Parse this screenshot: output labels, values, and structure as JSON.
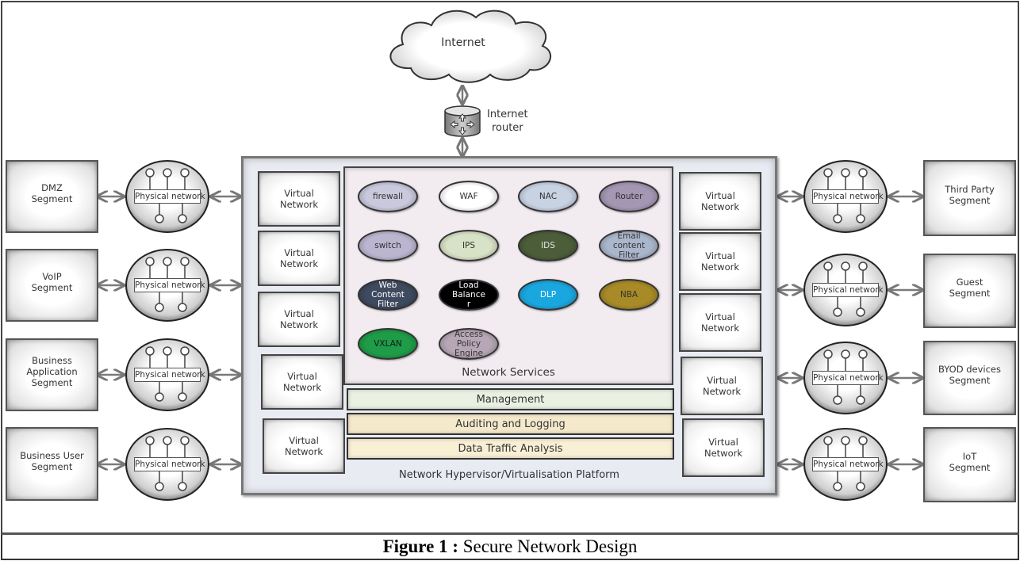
{
  "internet": {
    "label": "Internet",
    "icon": "cloud-icon"
  },
  "router": {
    "label_line1": "Internet",
    "label_line2": "router",
    "icon": "router-icon"
  },
  "left_segments": [
    {
      "line1": "DMZ",
      "line2": "Segment",
      "line3": ""
    },
    {
      "line1": "VoIP",
      "line2": "Segment",
      "line3": ""
    },
    {
      "line1": "Business",
      "line2": "Application",
      "line3": "Segment"
    },
    {
      "line1": "Business User",
      "line2": "Segment",
      "line3": ""
    }
  ],
  "right_segments": [
    {
      "line1": "Third Party",
      "line2": "Segment",
      "line3": ""
    },
    {
      "line1": "Guest",
      "line2": "Segment",
      "line3": ""
    },
    {
      "line1": "BYOD devices",
      "line2": "Segment",
      "line3": ""
    },
    {
      "line1": "IoT",
      "line2": "Segment",
      "line3": ""
    }
  ],
  "physical_network_label": "Physical network",
  "virtual_network": {
    "line1": "Virtual",
    "line2": "Network"
  },
  "network_services": {
    "title": "Network Services",
    "items": [
      {
        "lines": [
          "firewall"
        ],
        "color": "#c9c8dc",
        "text_color": "#333333"
      },
      {
        "lines": [
          "WAF"
        ],
        "color": "#ffffff",
        "text_color": "#333333"
      },
      {
        "lines": [
          "NAC"
        ],
        "color": "#c7d2e3",
        "text_color": "#333333"
      },
      {
        "lines": [
          "Router"
        ],
        "color": "#a497b3",
        "text_color": "#333333"
      },
      {
        "lines": [
          "switch"
        ],
        "color": "#bbb5cf",
        "text_color": "#333333"
      },
      {
        "lines": [
          "IPS"
        ],
        "color": "#d8e2c6",
        "text_color": "#333333"
      },
      {
        "lines": [
          "IDS"
        ],
        "color": "#4b5e39",
        "text_color": "#e5e5e5"
      },
      {
        "lines": [
          "Email",
          "content",
          "Filter"
        ],
        "color": "#aab6cc",
        "text_color": "#333333"
      },
      {
        "lines": [
          "Web",
          "Content",
          "Filter"
        ],
        "color": "#3e4a5f",
        "text_color": "#ffffff"
      },
      {
        "lines": [
          "Load",
          "Balance",
          "r"
        ],
        "color": "#000000",
        "text_color": "#ffffff"
      },
      {
        "lines": [
          "DLP"
        ],
        "color": "#1aa7df",
        "text_color": "#ffffff"
      },
      {
        "lines": [
          "NBA"
        ],
        "color": "#a88a27",
        "text_color": "#333333"
      },
      {
        "lines": [
          "VXLAN"
        ],
        "color": "#1e9c47",
        "text_color": "#1a1a1a"
      },
      {
        "lines": [
          "Access",
          "Policy",
          "Engine"
        ],
        "color": "#b7a7b6",
        "text_color": "#333333"
      }
    ]
  },
  "layers": {
    "management": "Management",
    "auditing": "Auditing and Logging",
    "data_traffic": "Data Traffic Analysis"
  },
  "platform_label": "Network Hypervisor/Virtualisation Platform",
  "caption": {
    "prefix": "Figure 1 :",
    "text": "Secure Network Design"
  }
}
